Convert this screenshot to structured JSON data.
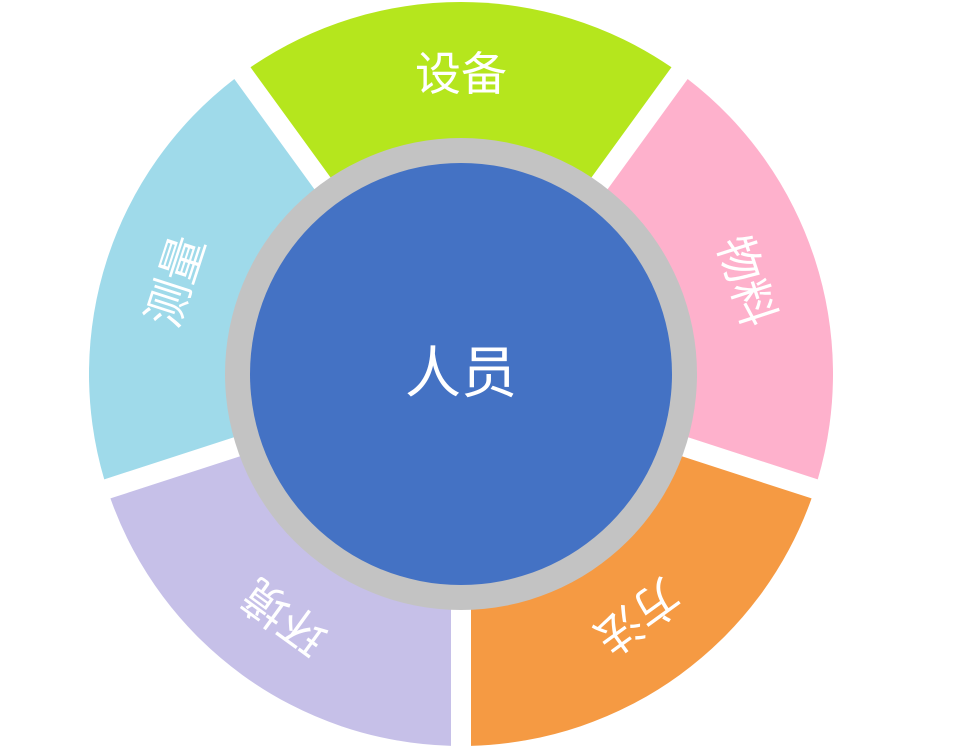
{
  "diagram": {
    "type": "radial-segment-diagram",
    "center": {
      "label": "人员",
      "fill": "#4472c4",
      "ring_color": "#c3c3c3"
    },
    "segments": [
      {
        "label": "设备",
        "color": "#b5e61d",
        "position": "top"
      },
      {
        "label": "物料",
        "color": "#feb1cc",
        "position": "right"
      },
      {
        "label": "方法",
        "color": "#f59a43",
        "position": "bottom-right"
      },
      {
        "label": "环境",
        "color": "#c6c0e8",
        "position": "bottom-left"
      },
      {
        "label": "测量",
        "color": "#9fdaea",
        "position": "left"
      }
    ],
    "background": "#ffffff"
  }
}
